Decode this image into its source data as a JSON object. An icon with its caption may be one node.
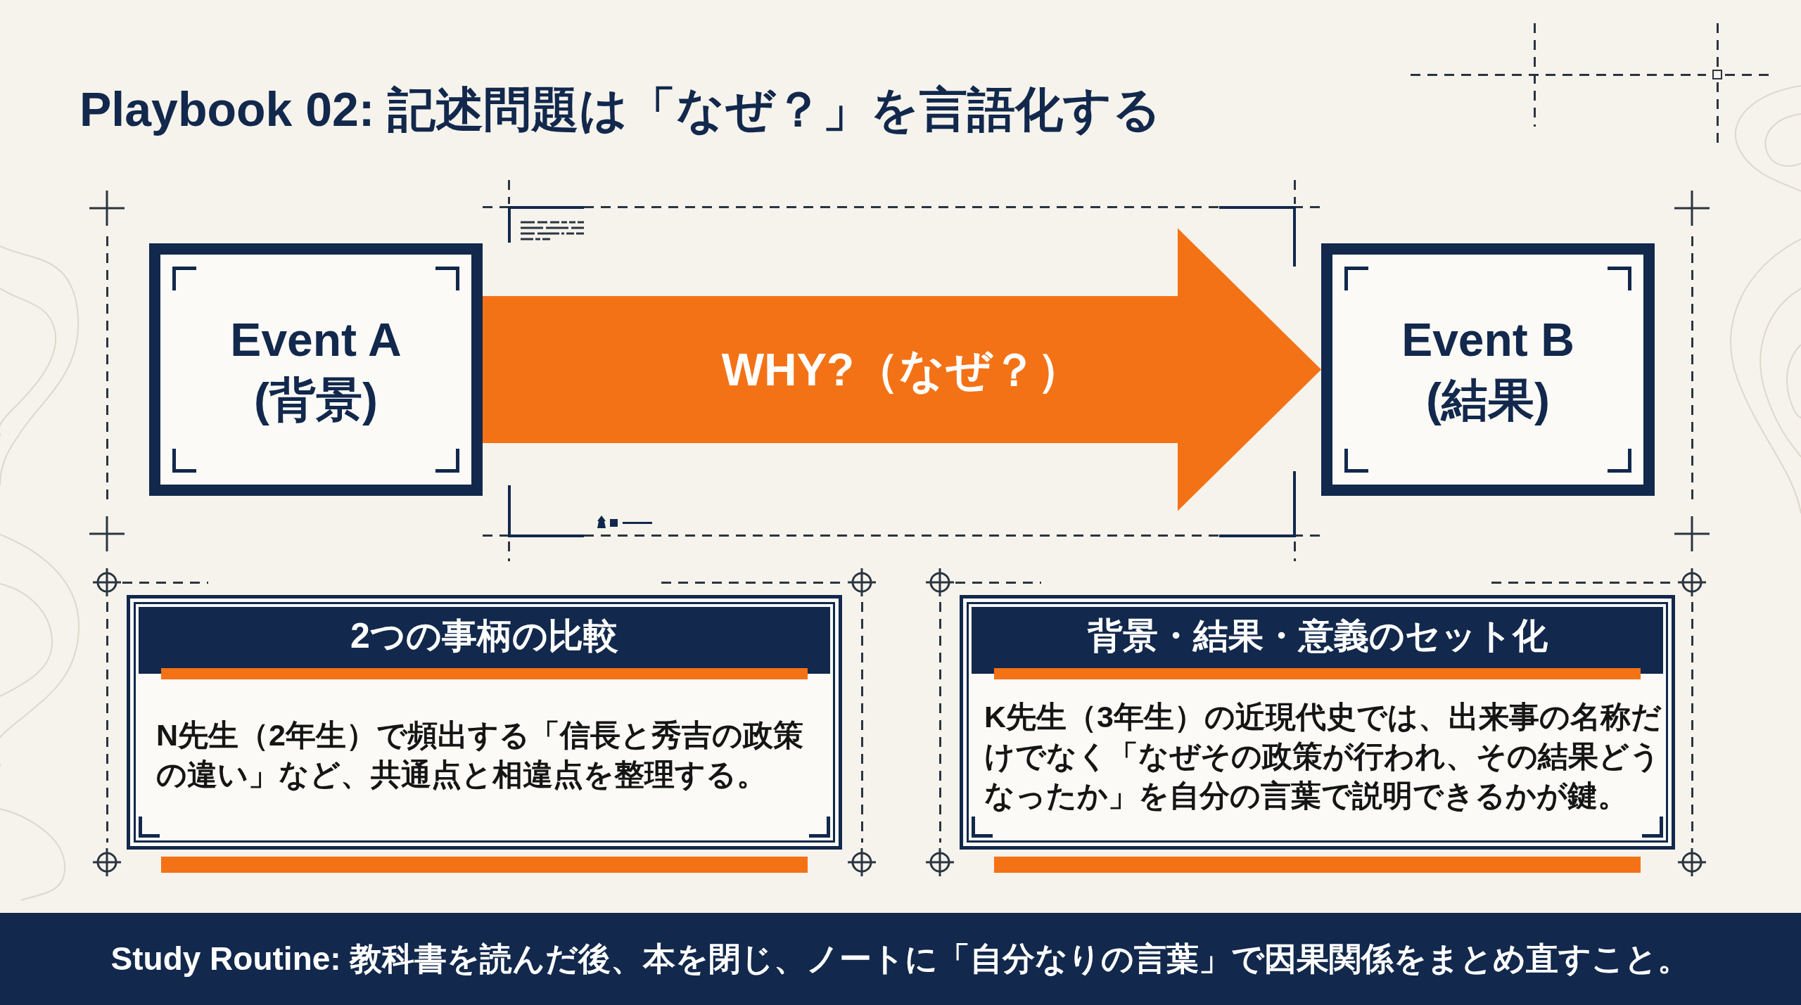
{
  "diagram": {
    "title": "Playbook 02: 記述問題は「なぜ？」を言語化する",
    "nodes": [
      {
        "text": [
          "Event A (背景)"
        ]
      },
      {
        "text": [
          "Event B (結果)"
        ]
      },
      {
        "text": [
          "2つの事柄の比較",
          "N先生（2年生）で頻出する「信長と秀吉の政策の違い」など、共通点と相違点を整理する。"
        ]
      },
      {
        "text": [
          "背景・結果・意義のセット化",
          "K先生（3年生）の近現代史では、出来事の名称だけでなく「なぜその政策が行われ、その結果どうなったか」を自分の言葉で説明できるかが鍵。"
        ]
      },
      {
        "text": [
          "Study Routine: 教科書を読んだ後、本を閉じ、ノートに「自分なりの言葉」で因果関係をまとめ直すこと。"
        ]
      }
    ],
    "edges": [
      {
        "from": 0,
        "to": 1,
        "arrow": "to",
        "label": "WHY?（なぜ？）",
        "style": "thick",
        "color": "#f47216"
      }
    ]
  }
}
